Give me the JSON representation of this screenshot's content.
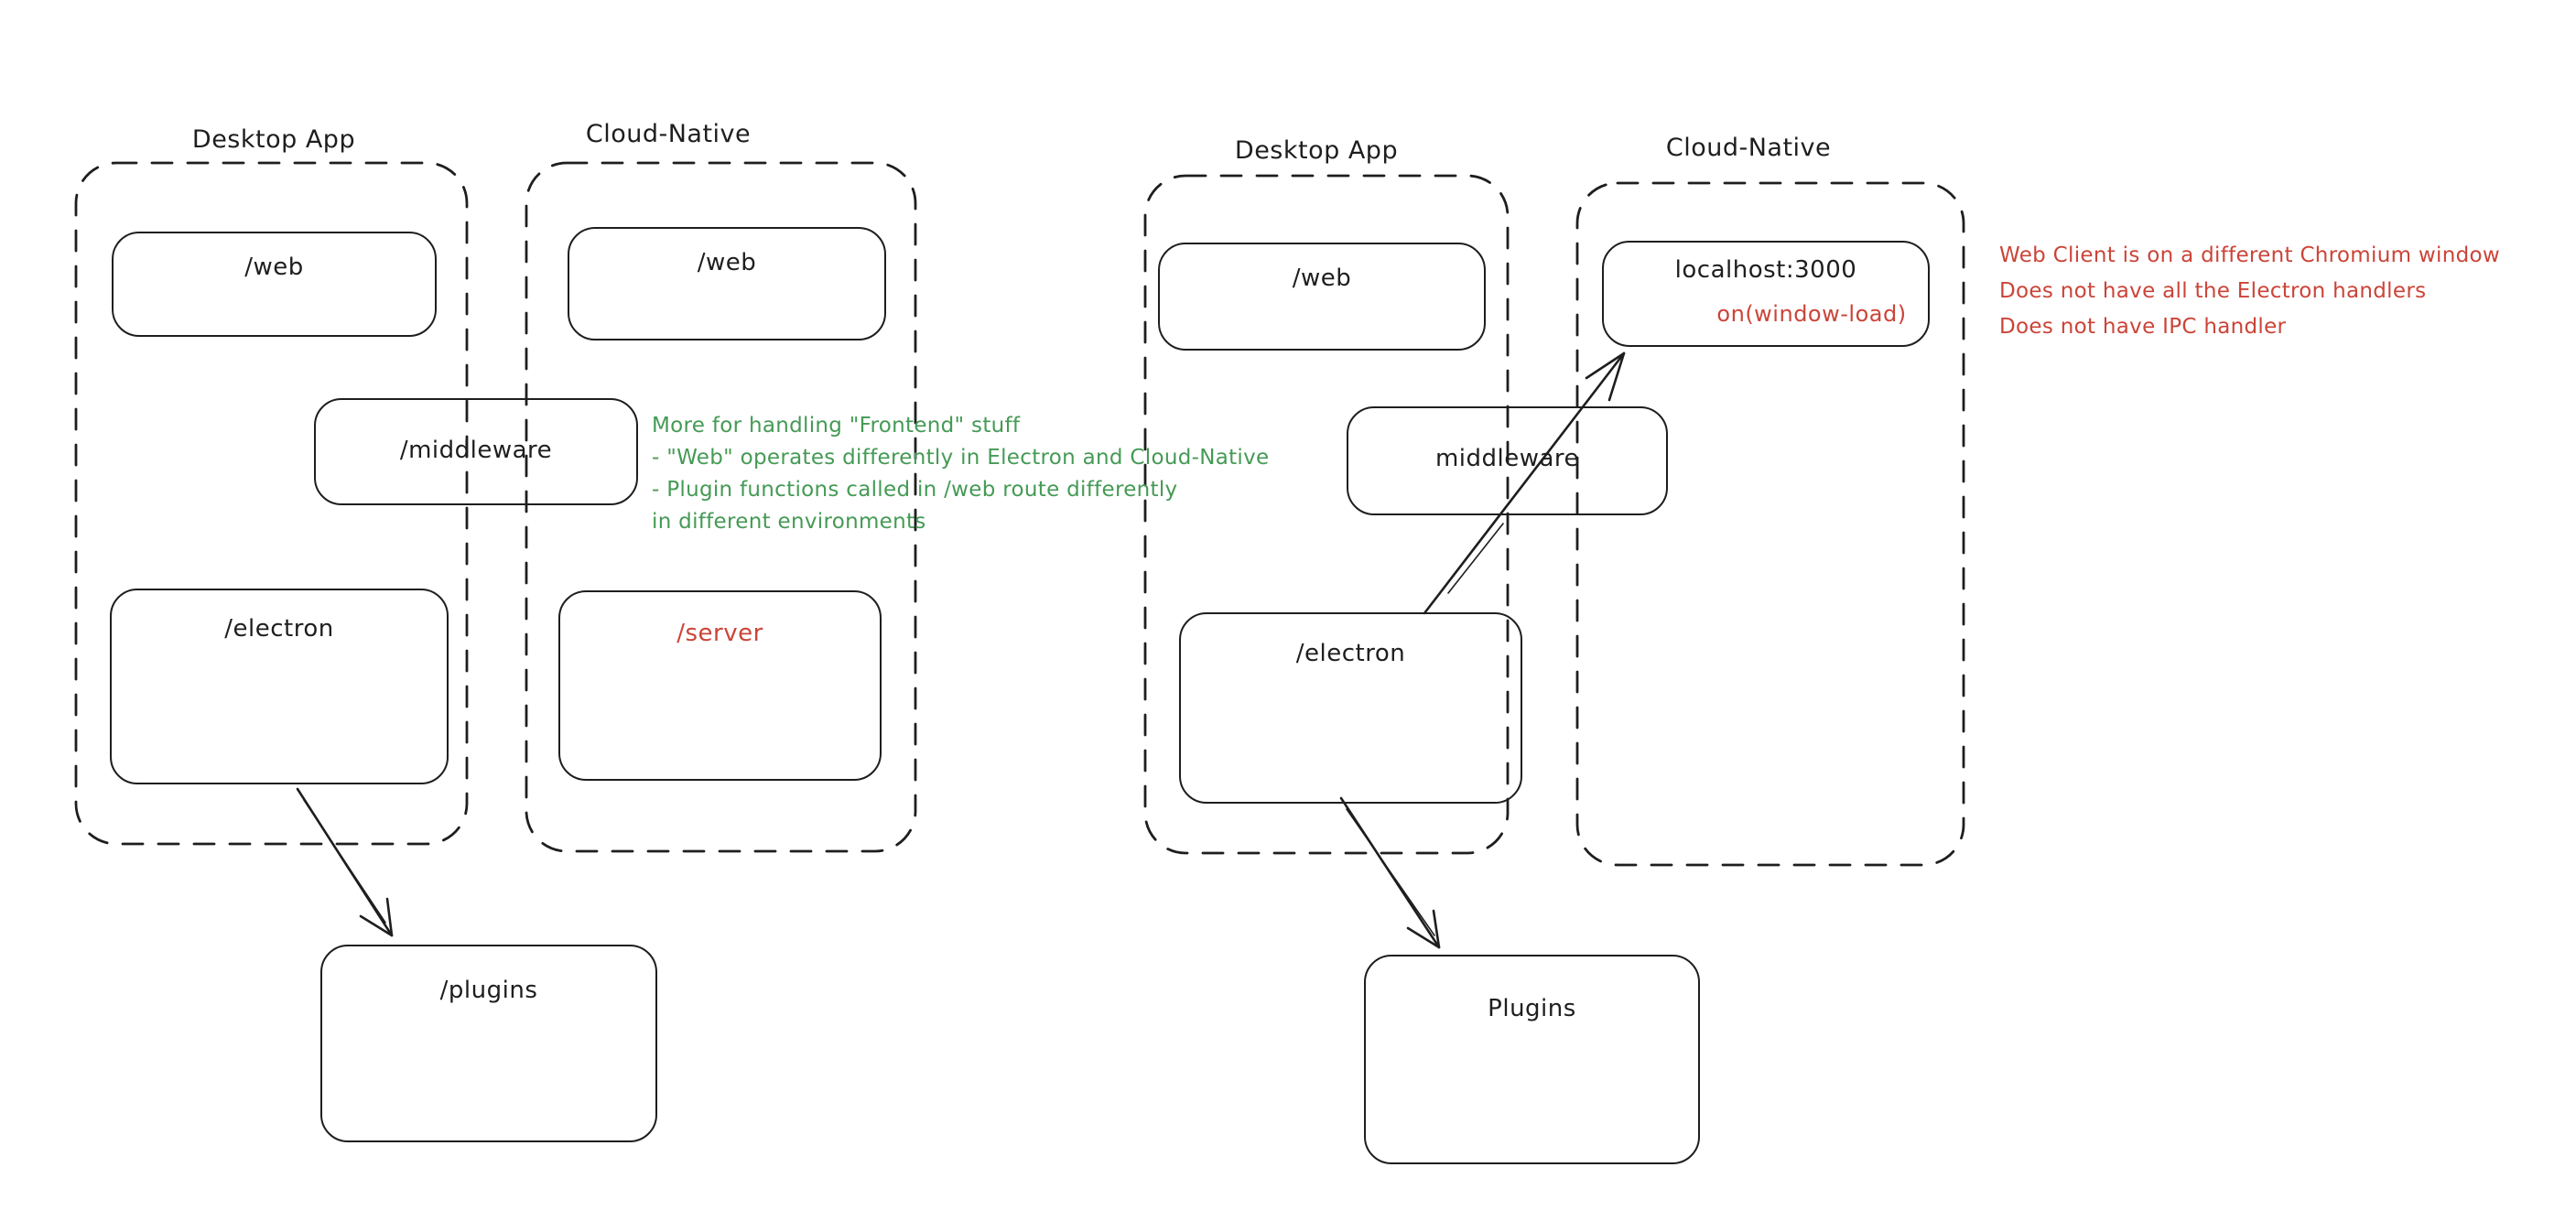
{
  "colors": {
    "ink": "#1e1e1e",
    "green": "#459a55",
    "red": "#cb4438",
    "background": "#ffffff"
  },
  "left": {
    "desktop_label": "Desktop App",
    "cloud_label": "Cloud-Native",
    "boxes": {
      "web_desktop": "/web",
      "web_cloud": "/web",
      "middleware": "/middleware",
      "electron": "/electron",
      "server": "/server",
      "plugins": "/plugins"
    },
    "green_note_lines": [
      "More for handling \"Frontend\" stuff",
      "- \"Web\" operates differently in Electron and Cloud-Native",
      "- Plugin functions called in /web route differently",
      "in different environments"
    ]
  },
  "right": {
    "desktop_label": "Desktop App",
    "cloud_label": "Cloud-Native",
    "boxes": {
      "web": "/web",
      "localhost_title": "localhost:3000",
      "localhost_subtitle": "on(window-load)",
      "middleware": "middleware",
      "electron": "/electron",
      "plugins": "Plugins"
    },
    "red_note_lines": [
      "Web Client is on a different Chromium window",
      "Does not have all the Electron handlers",
      "Does not have IPC handler"
    ]
  }
}
